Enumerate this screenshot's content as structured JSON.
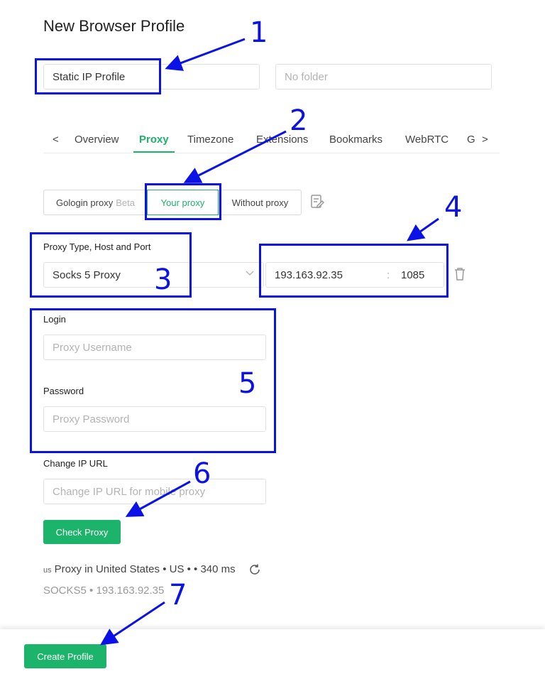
{
  "page": {
    "title": "New Browser Profile"
  },
  "profile": {
    "name_value": "Static IP Profile",
    "folder_placeholder": "No folder"
  },
  "tabs": {
    "prev": "<",
    "next": ">",
    "items": [
      "Overview",
      "Proxy",
      "Timezone",
      "Extensions",
      "Bookmarks",
      "WebRTC",
      "G"
    ]
  },
  "proxy_modes": {
    "gologin": "Gologin proxy",
    "gologin_badge": "Beta",
    "your": "Your proxy",
    "without": "Without proxy"
  },
  "proxy": {
    "type_label": "Proxy Type, Host and Port",
    "type_value": "Socks 5 Proxy",
    "host_value": "193.163.92.35",
    "separator": ":",
    "port_value": "1085",
    "login_label": "Login",
    "login_placeholder": "Proxy Username",
    "password_label": "Password",
    "password_placeholder": "Proxy Password",
    "change_ip_label": "Change IP URL",
    "change_ip_placeholder": "Change IP URL for mobile proxy",
    "check_button": "Check Proxy",
    "status_flag": "us",
    "status_text": "Proxy in United States • US • • 340 ms",
    "status_sub": "SOCKS5 • 193.163.92.35"
  },
  "footer": {
    "create_button": "Create Profile"
  },
  "annotations": [
    "1",
    "2",
    "3",
    "4",
    "5",
    "6",
    "7"
  ],
  "colors": {
    "accent": "#1cb36b",
    "annotation": "#0a12e6"
  }
}
